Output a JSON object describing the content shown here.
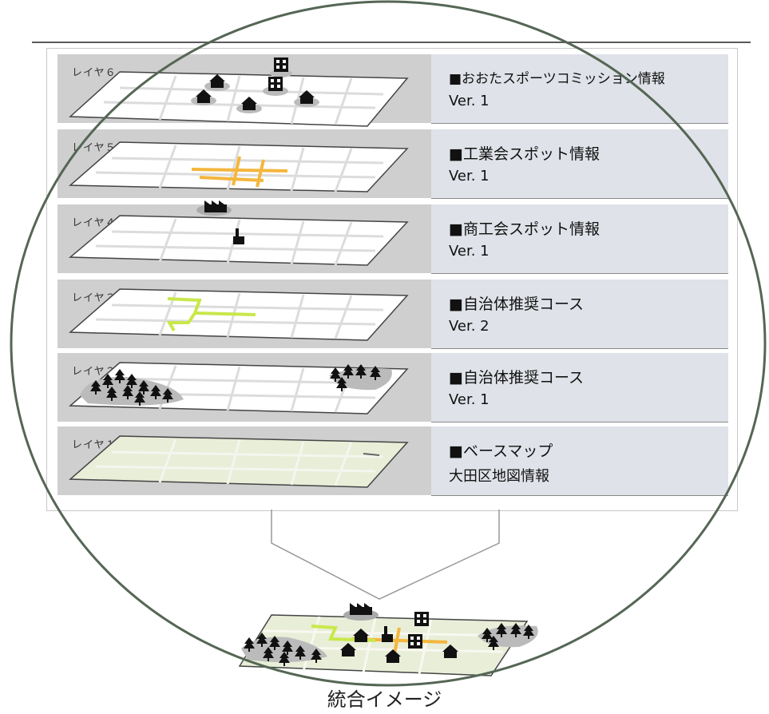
{
  "layers": [
    {
      "label": "レイヤ６",
      "title": "■おおたスポーツコミッション情報",
      "sub": "Ver. 1"
    },
    {
      "label": "レイヤ５",
      "title": "■工業会スポット情報",
      "sub": "Ver. 1"
    },
    {
      "label": "レイヤ４",
      "title": "■商工会スポット情報",
      "sub": "Ver. 1"
    },
    {
      "label": "レイヤ３",
      "title": "■自治体推奨コース",
      "sub": "Ver. 2"
    },
    {
      "label": "レイヤ２",
      "title": "■自治体推奨コース",
      "sub": "Ver. 1"
    },
    {
      "label": "レイヤ１",
      "title": "■ベースマップ",
      "sub": "大田区地図情報"
    }
  ],
  "caption": "統合イメージ",
  "colors": {
    "row_bg": "#cfcfcf",
    "info_bg": "#dfe2e8",
    "circle": "#556655",
    "route_orange": "#f4b63d",
    "route_green": "#c8e84a",
    "basemap": "#e8eed8"
  }
}
